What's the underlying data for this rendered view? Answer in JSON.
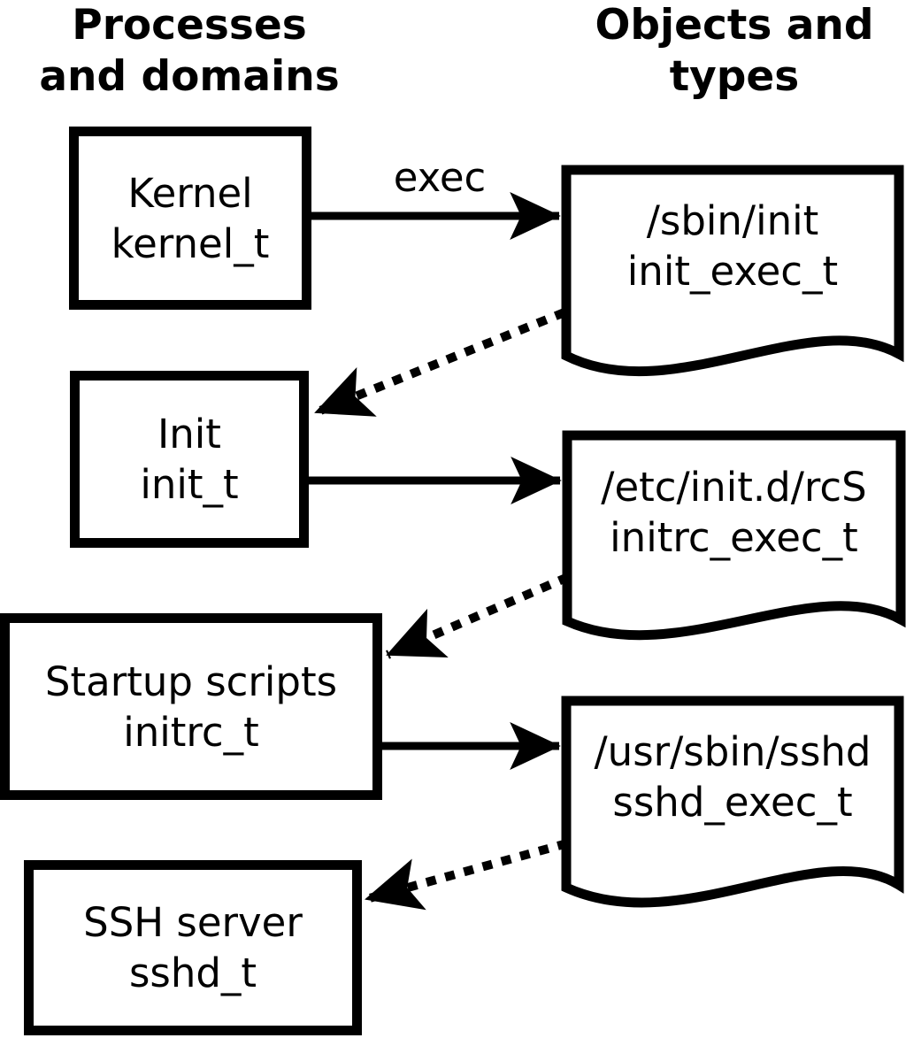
{
  "palette": {
    "ink": "#000000",
    "paper": "#ffffff"
  },
  "headers": {
    "left": {
      "line1": "Processes",
      "line2": "and domains"
    },
    "right": {
      "line1": "Objects and",
      "line2": "types"
    }
  },
  "processes": [
    {
      "name": "Kernel",
      "type": "kernel_t"
    },
    {
      "name": "Init",
      "type": "init_t"
    },
    {
      "name": "Startup scripts",
      "type": "initrc_t"
    },
    {
      "name": "SSH server",
      "type": "sshd_t"
    }
  ],
  "objects": [
    {
      "path": "/sbin/init",
      "type": "init_exec_t"
    },
    {
      "path": "/etc/init.d/rcS",
      "type": "initrc_exec_t"
    },
    {
      "path": "/usr/sbin/sshd",
      "type": "sshd_exec_t"
    }
  ],
  "arrows": {
    "exec_label": "exec",
    "connections": [
      {
        "from": "Kernel (kernel_t)",
        "to": "/sbin/init (init_exec_t)",
        "style": "solid",
        "label": "exec"
      },
      {
        "from": "/sbin/init (init_exec_t)",
        "to": "Init (init_t)",
        "style": "dotted",
        "label": ""
      },
      {
        "from": "Init (init_t)",
        "to": "/etc/init.d/rcS (initrc_exec_t)",
        "style": "solid",
        "label": ""
      },
      {
        "from": "/etc/init.d/rcS (initrc_exec_t)",
        "to": "Startup scripts (initrc_t)",
        "style": "dotted",
        "label": ""
      },
      {
        "from": "Startup scripts (initrc_t)",
        "to": "/usr/sbin/sshd (sshd_exec_t)",
        "style": "solid",
        "label": ""
      },
      {
        "from": "/usr/sbin/sshd (sshd_exec_t)",
        "to": "SSH server (sshd_t)",
        "style": "dotted",
        "label": ""
      }
    ]
  }
}
